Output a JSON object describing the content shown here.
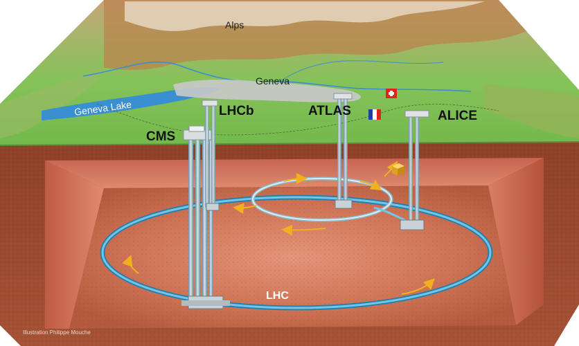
{
  "labels": {
    "alps": "Alps",
    "geneva": "Geneva",
    "lake": "Geneva Lake",
    "lhcb": "LHCb",
    "atlas": "ATLAS",
    "alice": "ALICE",
    "cms": "CMS",
    "lhc": "LHC"
  },
  "credit": "Illustration Philippe Mouche",
  "colors": {
    "terrain_green": "#7fbf55",
    "mountain_brown": "#b77a45",
    "soil": "#9b4a32",
    "cavern_floor": "#c8704f",
    "ring": "#5bb3d8",
    "lake": "#3a8fd0",
    "beam_arrow": "#f0b020"
  },
  "flags": {
    "swiss": "swiss-flag-icon",
    "french": "french-flag-icon"
  }
}
